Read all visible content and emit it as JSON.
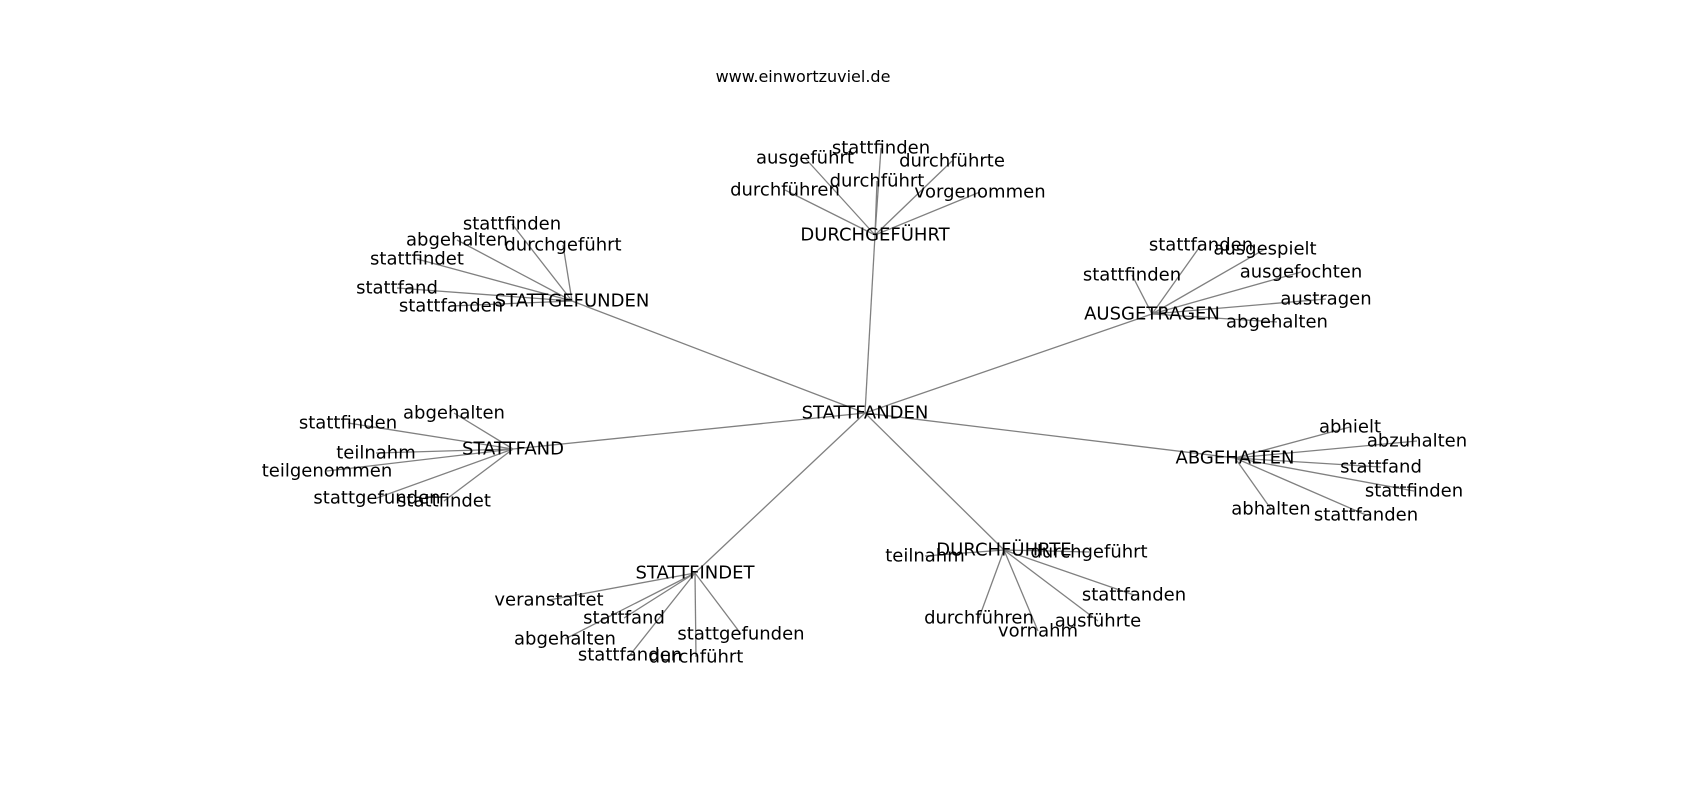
{
  "title": "www.einwortzuviel.de",
  "colors": {
    "edge": "#808080",
    "text": "#000000",
    "background": "#ffffff"
  },
  "graph": {
    "root": "STATTFANDEN",
    "clusters": [
      {
        "hub": "DURCHGEFÜHRT",
        "leaves": [
          "ausgeführt",
          "stattfinden",
          "durchführte",
          "durchführt",
          "durchführen",
          "vorgenommen"
        ]
      },
      {
        "hub": "STATTGEFUNDEN",
        "leaves": [
          "stattfinden",
          "abgehalten",
          "durchgeführt",
          "stattfindet",
          "stattfand",
          "stattfanden"
        ]
      },
      {
        "hub": "AUSGETRAGEN",
        "leaves": [
          "stattfanden",
          "ausgespielt",
          "stattfinden",
          "ausgefochten",
          "austragen",
          "abgehalten"
        ]
      },
      {
        "hub": "STATTFAND",
        "leaves": [
          "abgehalten",
          "stattfinden",
          "teilnahm",
          "teilgenommen",
          "stattgefunden",
          "stattfindet"
        ]
      },
      {
        "hub": "ABGEHALTEN",
        "leaves": [
          "abhielt",
          "abzuhalten",
          "stattfand",
          "stattfinden",
          "abhalten",
          "stattfanden"
        ]
      },
      {
        "hub": "STATTFINDET",
        "leaves": [
          "veranstaltet",
          "stattfand",
          "abgehalten",
          "stattgefunden",
          "stattfanden",
          "durchführt"
        ]
      },
      {
        "hub": "DURCHFÜHRTE",
        "leaves": [
          "teilnahm",
          "durchgeführt",
          "stattfanden",
          "durchführen",
          "ausführte",
          "vornahm"
        ]
      }
    ]
  }
}
